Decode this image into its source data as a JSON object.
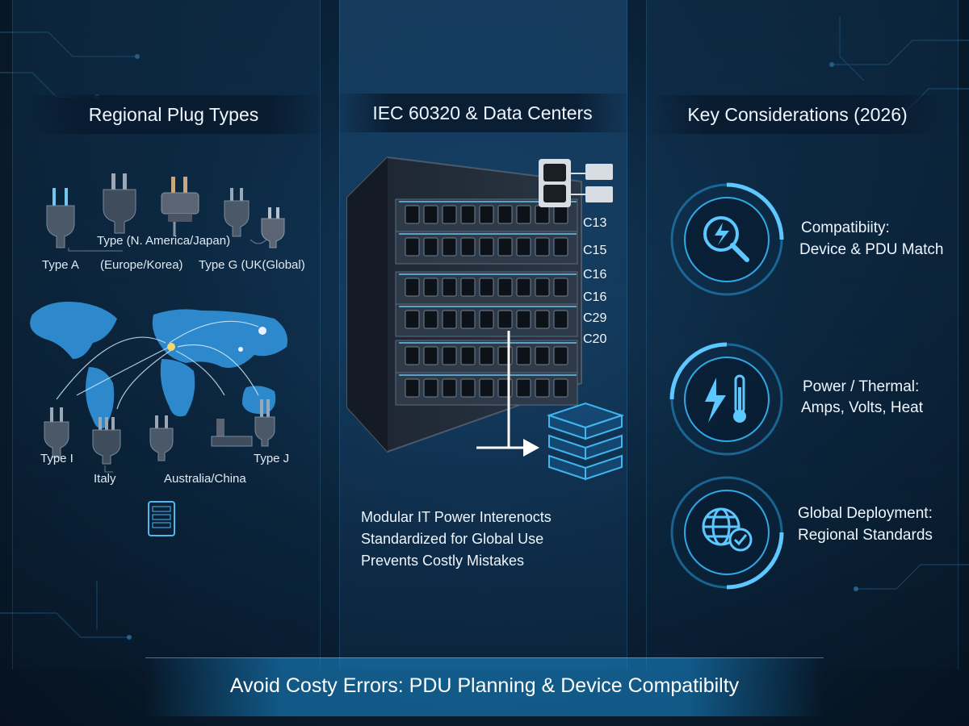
{
  "columns": {
    "left_title": "Regional Plug Types",
    "mid_title": "IEC 60320 & Data Centers",
    "right_title": "Key Considerations (2026)"
  },
  "plugs": {
    "type_a": "Type A",
    "type_n_america": "Type (N. America/Japan)",
    "europe_korea": "(Europe/Korea)",
    "type_g": "Type G (UK(Global)",
    "type_i": "Type I",
    "italy": "Italy",
    "australia_china": "Australia/China",
    "type_j": "Type J"
  },
  "connectors": [
    "C13",
    "C15",
    "C16",
    "C16",
    "C29",
    "C20"
  ],
  "middle_text": [
    "Modular IT Power Interenocts",
    "Standardized for Global Use",
    "Prevents Costly Mistakes"
  ],
  "considerations": [
    {
      "icon": "lightning-magnifier-icon",
      "line1": "Compatibiity:",
      "line2": "Device & PDU Match"
    },
    {
      "icon": "lightning-thermometer-icon",
      "line1": "Power / Thermal:",
      "line2": "Amps, Volts, Heat"
    },
    {
      "icon": "globe-check-icon",
      "line1": "Global Deployment:",
      "line2": "Regional Standards"
    }
  ],
  "footer": "Avoid Costy Errors: PDU Planning & Device Compatibilty",
  "colors": {
    "accent": "#2fa8e6",
    "glow": "#5cc8ff",
    "bg": "#0a2238"
  }
}
